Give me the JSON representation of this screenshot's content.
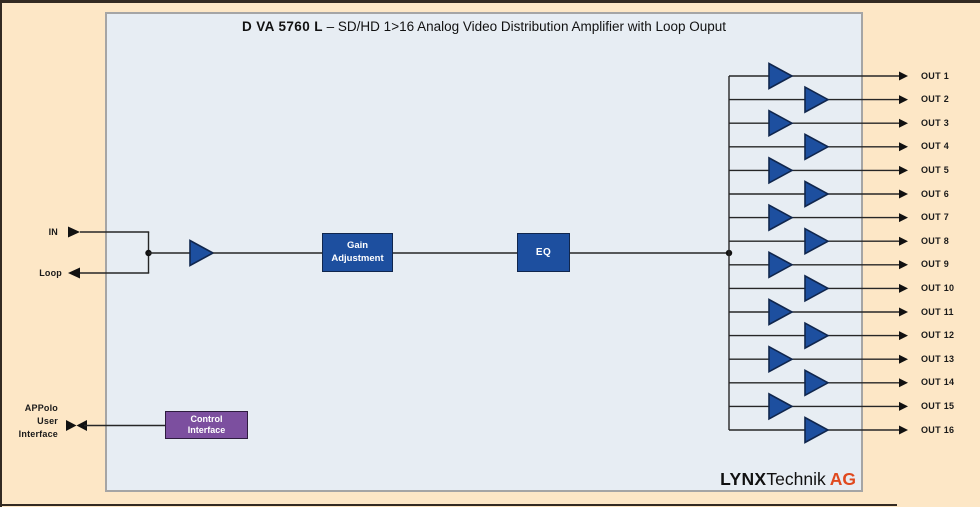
{
  "title": {
    "model": "D VA 5760 L",
    "rest": "– SD/HD 1>16 Analog Video Distribution Amplifier with Loop Ouput"
  },
  "inputs": {
    "in_label": "IN",
    "loop_label": "Loop"
  },
  "blocks": {
    "gain": {
      "line1": "Gain",
      "line2": "Adjustment"
    },
    "eq": {
      "label": "EQ"
    },
    "control": {
      "line1": "Control",
      "line2": "Interface"
    }
  },
  "appolo": {
    "line1": "APPolo",
    "line2": "User",
    "line3": "Interface"
  },
  "outputs": [
    "OUT 1",
    "OUT 2",
    "OUT 3",
    "OUT 4",
    "OUT 5",
    "OUT 6",
    "OUT 7",
    "OUT 8",
    "OUT 9",
    "OUT 10",
    "OUT 11",
    "OUT 12",
    "OUT 13",
    "OUT 14",
    "OUT 15",
    "OUT 16"
  ],
  "logo": {
    "lynx": "LYNX",
    "technik": "Technik",
    "ag": "AG"
  },
  "colors": {
    "page_bg": "#FDE7C6",
    "frame_border": "#332A22",
    "panel_bg": "#E7EDF3",
    "panel_border": "#A5A5A5",
    "block_blue": "#1D4F9F",
    "block_blue_border": "#10264D",
    "control_purple": "#7C4F9F",
    "control_purple_border": "#2E1C3F",
    "wire": "#262626",
    "arrow_black": "#111111",
    "label": "#1A1A1A",
    "logo_black": "#111111",
    "logo_accent": "#E0491E"
  },
  "layout_meta": {
    "output_count": "16"
  }
}
